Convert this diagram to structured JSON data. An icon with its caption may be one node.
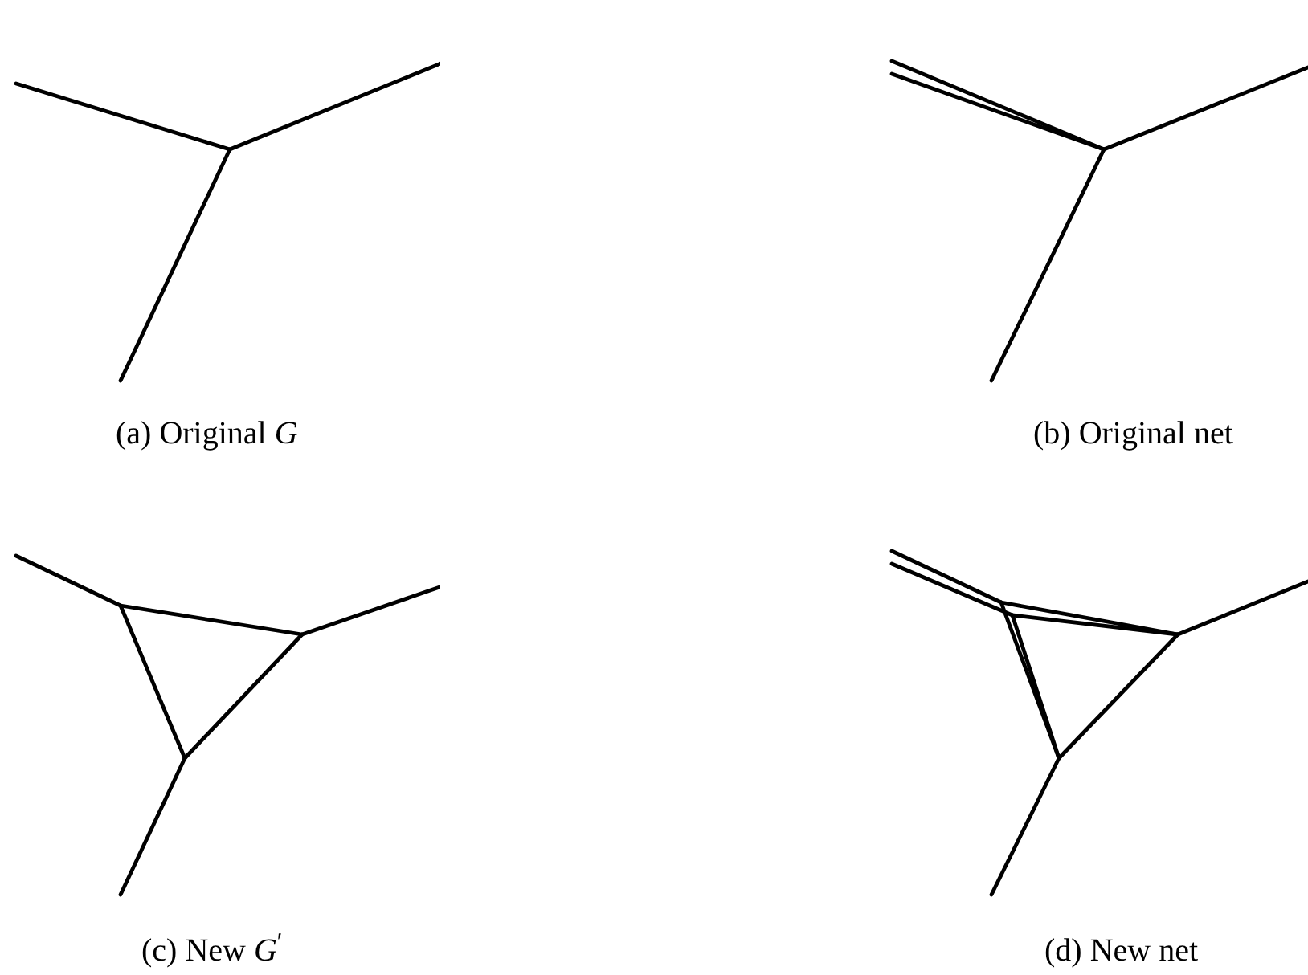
{
  "diagram": {
    "labels": [
      "(a) Original *G*",
      "(b) Original net",
      "(c) New *G*$^{′}$",
      "(d) New net"
    ]
  }
}
